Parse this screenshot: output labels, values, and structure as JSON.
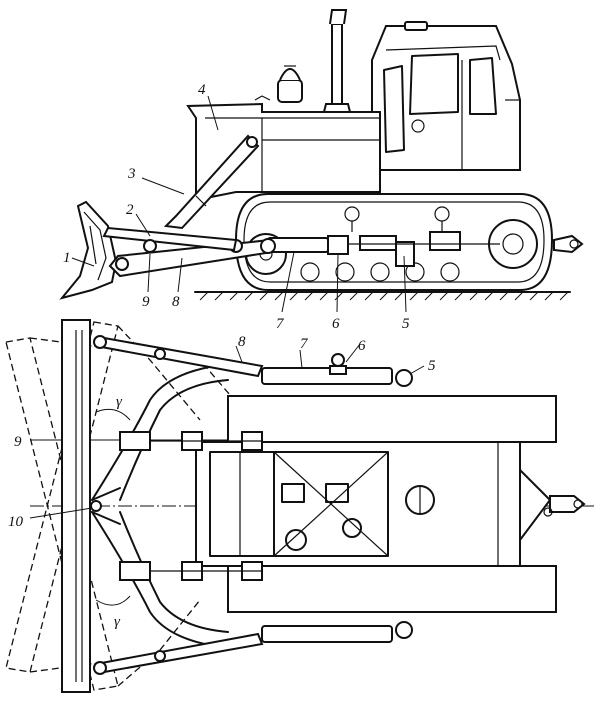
{
  "side_view": {
    "labels": {
      "l1": "1",
      "l2": "2",
      "l3": "3",
      "l4": "4",
      "l5": "5",
      "l6": "6",
      "l7": "7",
      "l8": "8",
      "l9": "9"
    }
  },
  "top_view": {
    "labels": {
      "l5": "5",
      "l6": "6",
      "l7": "7",
      "l8": "8",
      "l9": "9",
      "l10": "10",
      "gamma_top": "γ",
      "gamma_bottom": "γ"
    }
  }
}
